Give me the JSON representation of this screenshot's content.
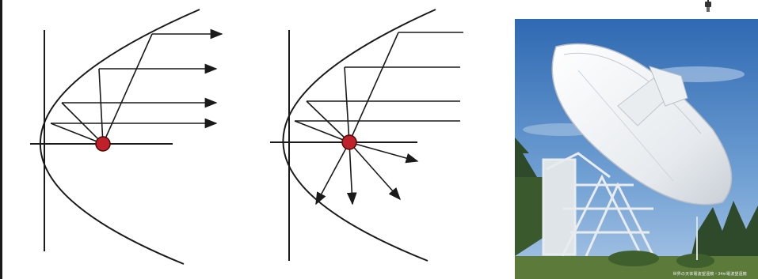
{
  "slide": {
    "panels": [
      {
        "name": "parabola-reflector-focus",
        "description_rays": "focus-to-parallel"
      },
      {
        "name": "parabola-reflector-offfocus"
      }
    ],
    "photo": {
      "subject": "radio-telescope-dish",
      "caption": "世界の天体電波望遠鏡・34m電波望遠鏡"
    },
    "colors": {
      "line": "#1a1a1a",
      "focus_dot": "#c0202a",
      "sky_top": "#2f69b2",
      "sky_bottom": "#8fb5dd",
      "grass": "#5c7a3a",
      "dish": "#f2f4f6"
    }
  }
}
